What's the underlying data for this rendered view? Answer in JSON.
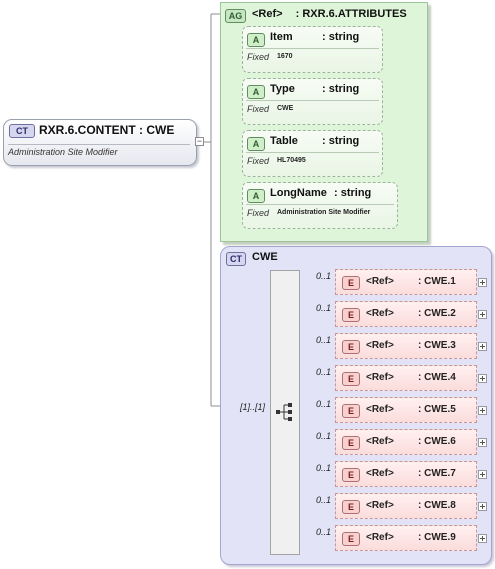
{
  "root": {
    "badge": "CT",
    "title": "RXR.6.CONTENT : CWE",
    "description": "Administration Site Modifier"
  },
  "attribute_group": {
    "badge": "AG",
    "ref": "<Ref>",
    "name": ": RXR.6.ATTRIBUTES",
    "attributes": [
      {
        "badge": "A",
        "name": "Item",
        "type": ": string",
        "fixed_label": "Fixed",
        "fixed_value": "1670"
      },
      {
        "badge": "A",
        "name": "Type",
        "type": ": string",
        "fixed_label": "Fixed",
        "fixed_value": "CWE"
      },
      {
        "badge": "A",
        "name": "Table",
        "type": ": string",
        "fixed_label": "Fixed",
        "fixed_value": "HL70495"
      },
      {
        "badge": "A",
        "name": "LongName",
        "type": ": string",
        "fixed_label": "Fixed",
        "fixed_value": "Administration Site Modifier"
      }
    ]
  },
  "complex_type": {
    "badge": "CT",
    "title": "CWE",
    "sequence_occurrence": "[1]..[1]",
    "elements": [
      {
        "badge": "E",
        "occurrence": "0..1",
        "ref": "<Ref>",
        "type": ": CWE.1"
      },
      {
        "badge": "E",
        "occurrence": "0..1",
        "ref": "<Ref>",
        "type": ": CWE.2"
      },
      {
        "badge": "E",
        "occurrence": "0..1",
        "ref": "<Ref>",
        "type": ": CWE.3"
      },
      {
        "badge": "E",
        "occurrence": "0..1",
        "ref": "<Ref>",
        "type": ": CWE.4"
      },
      {
        "badge": "E",
        "occurrence": "0..1",
        "ref": "<Ref>",
        "type": ": CWE.5"
      },
      {
        "badge": "E",
        "occurrence": "0..1",
        "ref": "<Ref>",
        "type": ": CWE.6"
      },
      {
        "badge": "E",
        "occurrence": "0..1",
        "ref": "<Ref>",
        "type": ": CWE.7"
      },
      {
        "badge": "E",
        "occurrence": "0..1",
        "ref": "<Ref>",
        "type": ": CWE.8"
      },
      {
        "badge": "E",
        "occurrence": "0..1",
        "ref": "<Ref>",
        "type": ": CWE.9"
      }
    ]
  }
}
